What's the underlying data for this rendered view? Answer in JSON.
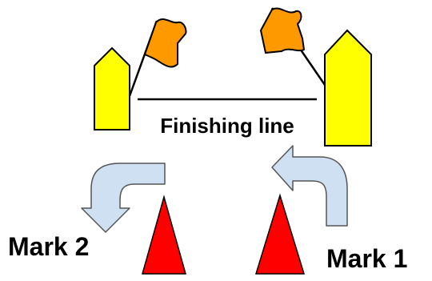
{
  "finish_line": {
    "label": "Finishing line"
  },
  "marks": [
    {
      "id": "mark-2",
      "label": "Mark 2"
    },
    {
      "id": "mark-1",
      "label": "Mark 1"
    }
  ],
  "colors": {
    "boat_fill": "#ffff00",
    "flag_fill": "#ff9900",
    "mark_fill": "#ff0000",
    "arrow_fill": "#cfe0f2",
    "outline": "#000000"
  }
}
